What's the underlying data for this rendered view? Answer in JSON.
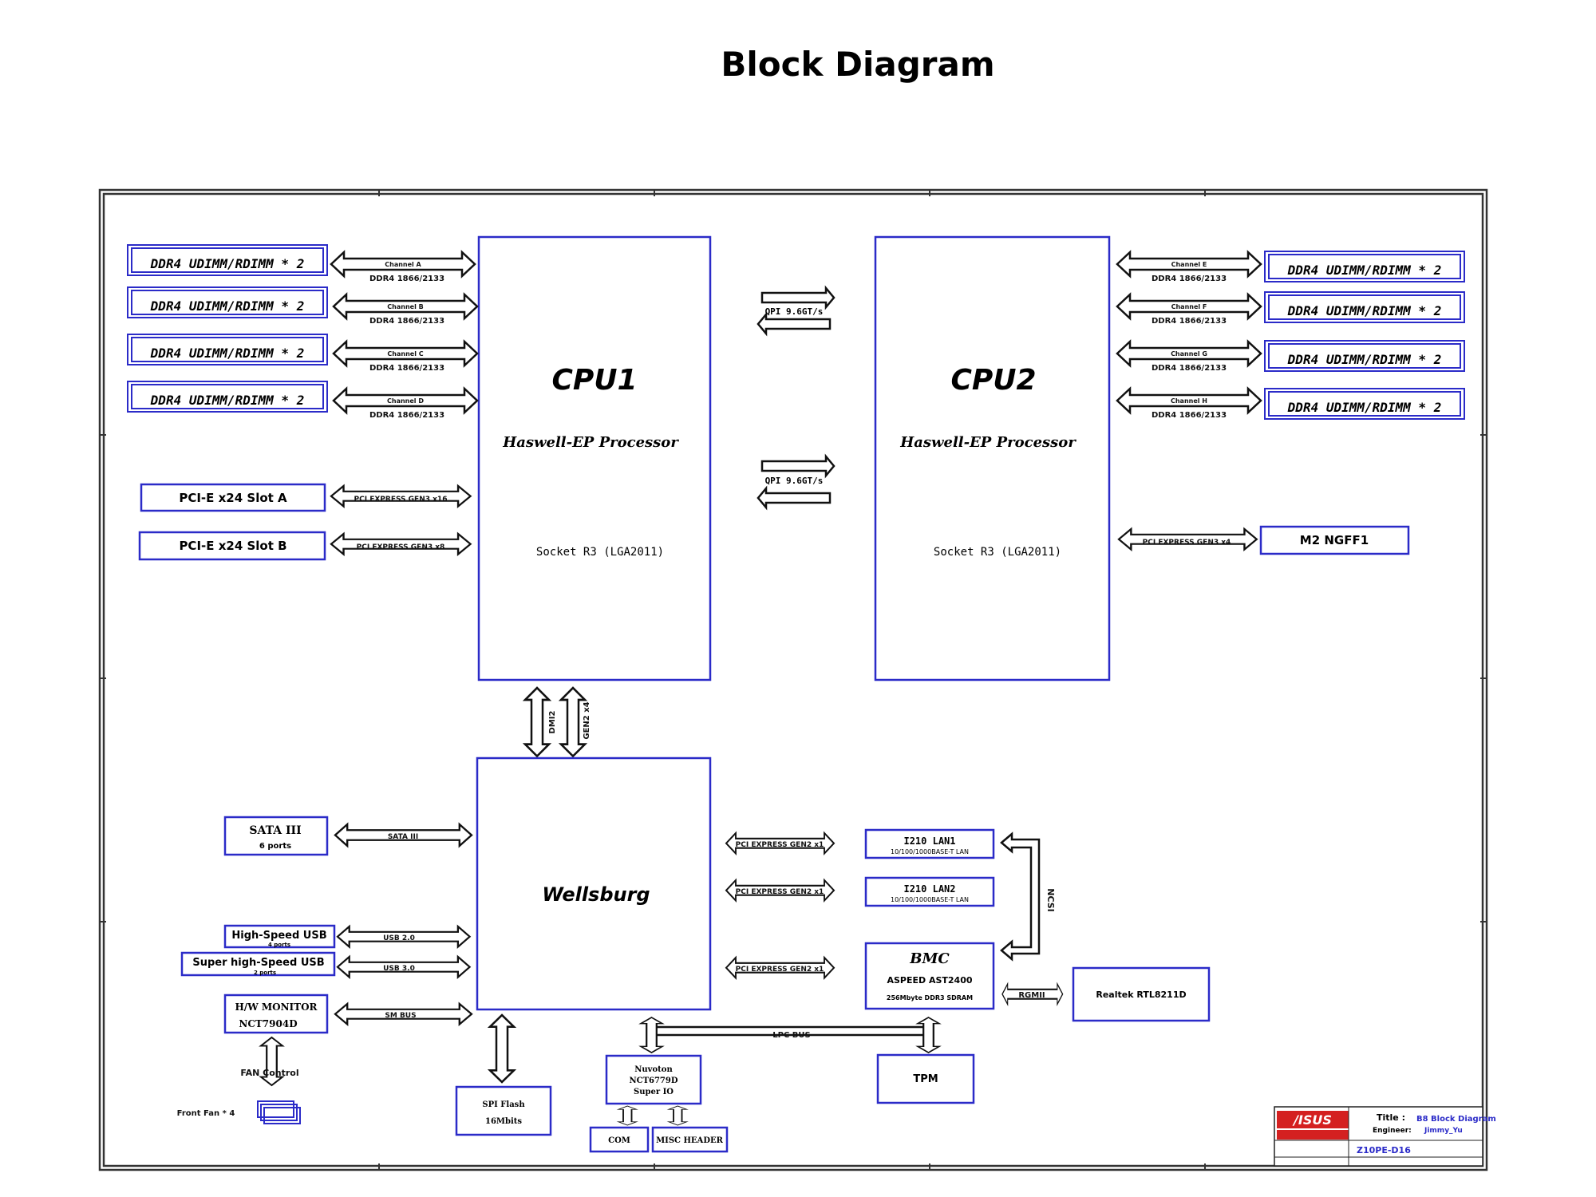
{
  "title": "Block Diagram",
  "cpu1": {
    "name": "CPU1",
    "processor": "Haswell-EP Processor",
    "socket": "Socket R3 (LGA2011)"
  },
  "cpu2": {
    "name": "CPU2",
    "processor": "Haswell-EP Processor",
    "socket": "Socket R3 (LGA2011)"
  },
  "dimm_label": "DDR4 UDIMM/RDIMM * 2",
  "ddr_speed": "DDR4 1866/2133",
  "channels_left": [
    "Channel A",
    "Channel B",
    "Channel C",
    "Channel D"
  ],
  "channels_right": [
    "Channel E",
    "Channel F",
    "Channel G",
    "Channel H"
  ],
  "qpi_label": "QPI 9.6GT/s",
  "pcie_slot_a": "PCI-E x24 Slot A",
  "pcie_slot_b": "PCI-E x24 Slot B",
  "pcie_a_link": "PCI EXPRESS GEN3 x16",
  "pcie_b_link": "PCI EXPRESS GEN3 x8",
  "m2_link": "PCI EXPRESS GEN3 x4",
  "m2_label": "M2 NGFF1",
  "dmi_label": "DMI2",
  "gen2_label": "GEN2 x4",
  "pch": "Wellsburg",
  "sata": {
    "name": "SATA III",
    "ports": "6 ports",
    "link": "SATA III"
  },
  "usb2": {
    "name": "High-Speed USB",
    "ports": "4 ports",
    "link": "USB 2.0"
  },
  "usb3": {
    "name": "Super high-Speed USB",
    "ports": "2 ports",
    "link": "USB 3.0"
  },
  "hwmon": {
    "name": "H/W MONITOR",
    "chip": "NCT7904D",
    "link": "SM BUS"
  },
  "fan_control": "FAN Control",
  "front_fan": "Front Fan * 4",
  "spi": {
    "name": "SPI Flash",
    "size": "16Mbits"
  },
  "superio": {
    "line1": "Nuvoton",
    "line2": "NCT6779D",
    "line3": "Super IO"
  },
  "com": "COM",
  "misc_header": "MISC HEADER",
  "lpc_bus": "LPC BUS",
  "tpm": "TPM",
  "lan_link": "PCI EXPRESS GEN2 x1",
  "lan1": {
    "name": "I210 LAN1",
    "spec": "10/100/1000BASE-T LAN"
  },
  "lan2": {
    "name": "I210 LAN2",
    "spec": "10/100/1000BASE-T LAN"
  },
  "ncsi": "NCSI",
  "bmc": {
    "name": "BMC",
    "chip": "ASPEED AST2400",
    "mem": "256Mbyte DDR3 SDRAM"
  },
  "bmc_link": "PCI EXPRESS GEN2 x1",
  "rgmii": "RGMII",
  "realtek": "Realtek RTL8211D",
  "title_block": {
    "title_key": "Title :",
    "title_val": "B8 Block Diagram",
    "engineer_key": "Engineer:",
    "engineer_val": "Jimmy_Yu",
    "model": "Z10PE-D16"
  },
  "colors": {
    "box_border": "#2b2bc8",
    "line": "#111111",
    "logo_red": "#d42020"
  }
}
